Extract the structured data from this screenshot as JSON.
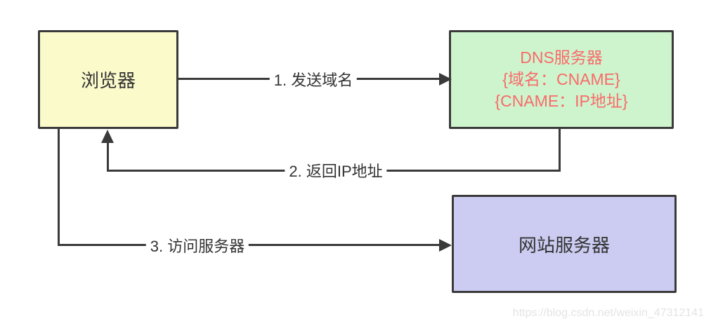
{
  "nodes": {
    "browser": {
      "label": "浏览器",
      "fill": "#fbfacb"
    },
    "dns": {
      "line1": "DNS服务器",
      "line2": "{域名：CNAME}",
      "line3": "{CNAME：IP地址}",
      "fill": "#cdf4cd",
      "text_color": "#fa6a6a"
    },
    "web": {
      "label": "网站服务器",
      "fill": "#ccccf2"
    }
  },
  "edges": {
    "e1": {
      "label": "1. 发送域名",
      "from": "浏览器",
      "to": "DNS服务器"
    },
    "e2": {
      "label": "2. 返回IP地址",
      "from": "DNS服务器",
      "to": "浏览器"
    },
    "e3": {
      "label": "3. 访问服务器",
      "from": "浏览器",
      "to": "网站服务器"
    }
  },
  "watermark": "https://blog.csdn.net/weixin_47312141",
  "colors": {
    "background": "#ffffff",
    "stroke": "#3a3a3a",
    "label_text": "#333333",
    "dns_text": "#fa6a6a",
    "watermark": "#e4e4e4"
  }
}
